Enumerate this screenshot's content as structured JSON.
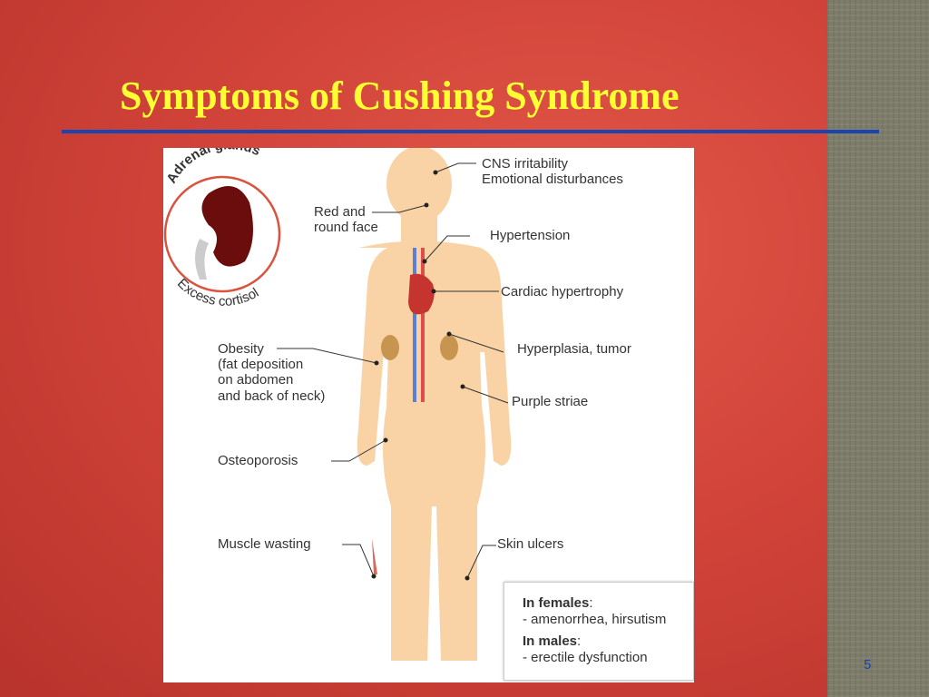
{
  "slide": {
    "title": "Symptoms of Cushing Syndrome",
    "page_number": "5"
  },
  "figure": {
    "inset": {
      "top_label": "Adrenal glands",
      "bottom_label": "Excess cortisol"
    },
    "labels": {
      "cns": "CNS irritability",
      "emotional": "Emotional disturbances",
      "face_1": "Red and",
      "face_2": "round face",
      "hypertension": "Hypertension",
      "cardiac": "Cardiac hypertrophy",
      "obesity_1": "Obesity",
      "obesity_2": "(fat deposition",
      "obesity_3": "on abdomen",
      "obesity_4": "and back of neck)",
      "hyperplasia": "Hyperplasia, tumor",
      "striae": "Purple striae",
      "osteoporosis": "Osteoporosis",
      "muscle": "Muscle wasting",
      "ulcers": "Skin ulcers"
    },
    "sex_box": {
      "females_heading": "In females",
      "females_text": "- amenorrhea, hirsutism",
      "males_heading": "In males",
      "males_text": "- erectile dysfunction"
    }
  }
}
